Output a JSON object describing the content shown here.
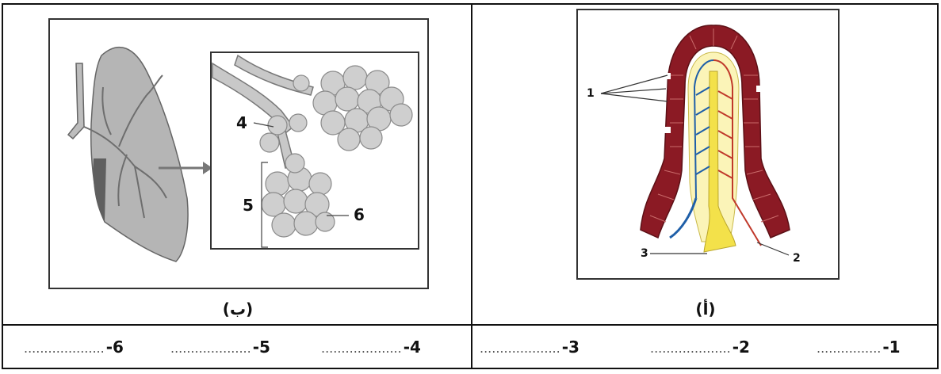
{
  "panels": {
    "right_caption": "(أ)",
    "left_caption": "(ب)"
  },
  "labels": {
    "villus": [
      "1",
      "2",
      "3"
    ],
    "lung": [
      "4",
      "5",
      "6"
    ]
  },
  "answers": {
    "left_row": [
      {
        "dots": "....................",
        "num": "-6"
      },
      {
        "dots": "....................",
        "num": "-5"
      },
      {
        "dots": "....................",
        "num": "-4"
      }
    ],
    "right_row": [
      {
        "dots": "....................",
        "num": "-3"
      },
      {
        "dots": "....................",
        "num": "-2"
      },
      {
        "dots": "................",
        "num": "-1"
      }
    ]
  },
  "colors": {
    "villus_wall": "#8b1a24",
    "lacteal": "#f3e14a",
    "artery": "#1f5fa8",
    "vein": "#c0392b",
    "lung_grey": "#9a9a9a"
  }
}
